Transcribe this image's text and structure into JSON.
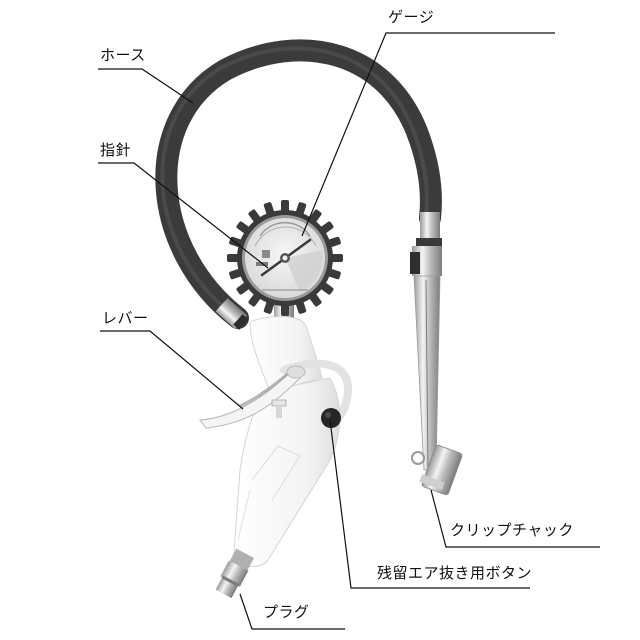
{
  "diagram": {
    "subject": "tire inflator gun with pressure gauge",
    "background": "#ffffff",
    "colors": {
      "hose": "#3b3b3b",
      "hose_highlight": "#5a5a5a",
      "body": "#f2f2f2",
      "body_outline": "#d4d4d4",
      "chrome": "#c8c8c8",
      "chrome_dark": "#8a8a8a",
      "gauge_bezel": "#3a3a3a",
      "gauge_face": "#e9e9e9",
      "button": "#2a2a2a",
      "leader_line": "#111111",
      "label_text": "#111111"
    },
    "labels": [
      {
        "id": "gauge",
        "text": "ゲージ"
      },
      {
        "id": "hose",
        "text": "ホース"
      },
      {
        "id": "needle",
        "text": "指針"
      },
      {
        "id": "lever",
        "text": "レバー"
      },
      {
        "id": "clip_chuck",
        "text": "クリップチャック"
      },
      {
        "id": "release_button",
        "text": "残留エア抜き用ボタン"
      },
      {
        "id": "plug",
        "text": "プラグ"
      }
    ]
  }
}
